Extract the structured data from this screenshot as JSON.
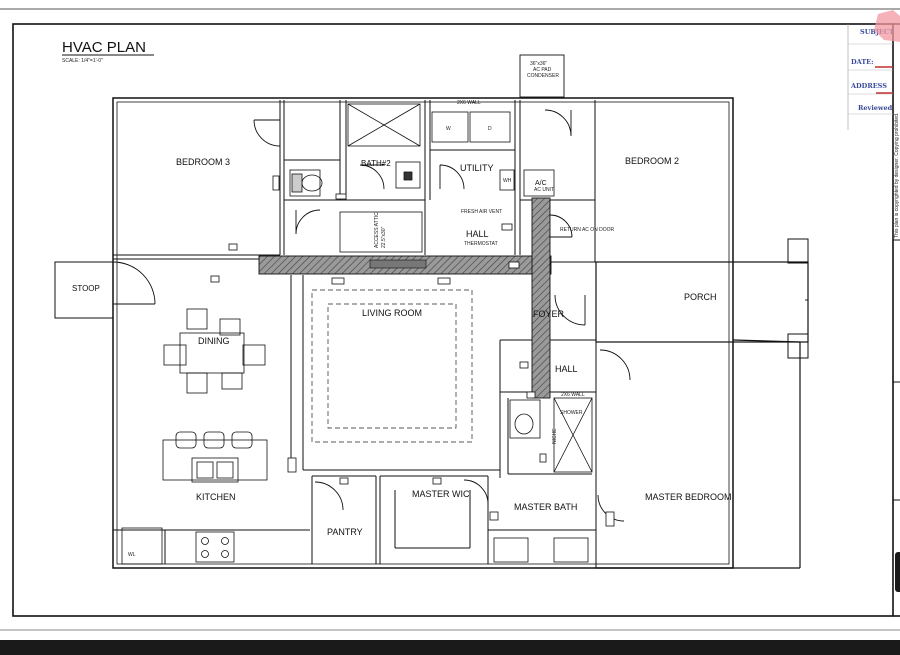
{
  "plan": {
    "title": "HVAC PLAN",
    "scale": "SCALE: 1/4\"=1'-0\"",
    "rooms": [
      {
        "id": "bedroom-3",
        "label": "BEDROOM 3"
      },
      {
        "id": "bath-2",
        "label": "BATH#2"
      },
      {
        "id": "utility",
        "label": "UTILITY"
      },
      {
        "id": "bedroom-2",
        "label": "BEDROOM 2"
      },
      {
        "id": "hall-upper",
        "label": "HALL"
      },
      {
        "id": "stoop",
        "label": "STOOP"
      },
      {
        "id": "living-room",
        "label": "LIVING ROOM"
      },
      {
        "id": "dining",
        "label": "DINING"
      },
      {
        "id": "foyer",
        "label": "FOYER"
      },
      {
        "id": "porch",
        "label": "PORCH"
      },
      {
        "id": "hall-lower",
        "label": "HALL"
      },
      {
        "id": "kitchen",
        "label": "KITCHEN"
      },
      {
        "id": "pantry",
        "label": "PANTRY"
      },
      {
        "id": "master-wic",
        "label": "MASTER WIC"
      },
      {
        "id": "master-bath",
        "label": "MASTER BATH"
      },
      {
        "id": "master-bedroom",
        "label": "MASTER BEDROOM"
      }
    ],
    "notes": {
      "wall_upper": "2X6 WALL",
      "wall_lower": "2X6 WALL",
      "condenser": [
        "36\"x36\"",
        "AC PAD",
        "CONDENSER"
      ],
      "ac_unit": "A/C",
      "ac_unit_sub": "AC UNIT",
      "fresh_air": "FRESH AIR VENT",
      "thermostat": "THERMOSTAT",
      "return_ac": "RETURN AC ON DOOR",
      "attic": [
        "ACCESS ATTIC",
        "22.5\"x30\""
      ],
      "shower": "SHOWER",
      "niche": "NICHE",
      "washer": "W",
      "dryer": "D",
      "wh": "WH",
      "wl": "WL"
    }
  },
  "title_block": {
    "subject": "SUBJECT",
    "date": "DATE:",
    "address": "ADDRESS",
    "reviewed": "Reviewed",
    "side_note": "This plan is copyrighted by designer. Copying prohibited."
  }
}
